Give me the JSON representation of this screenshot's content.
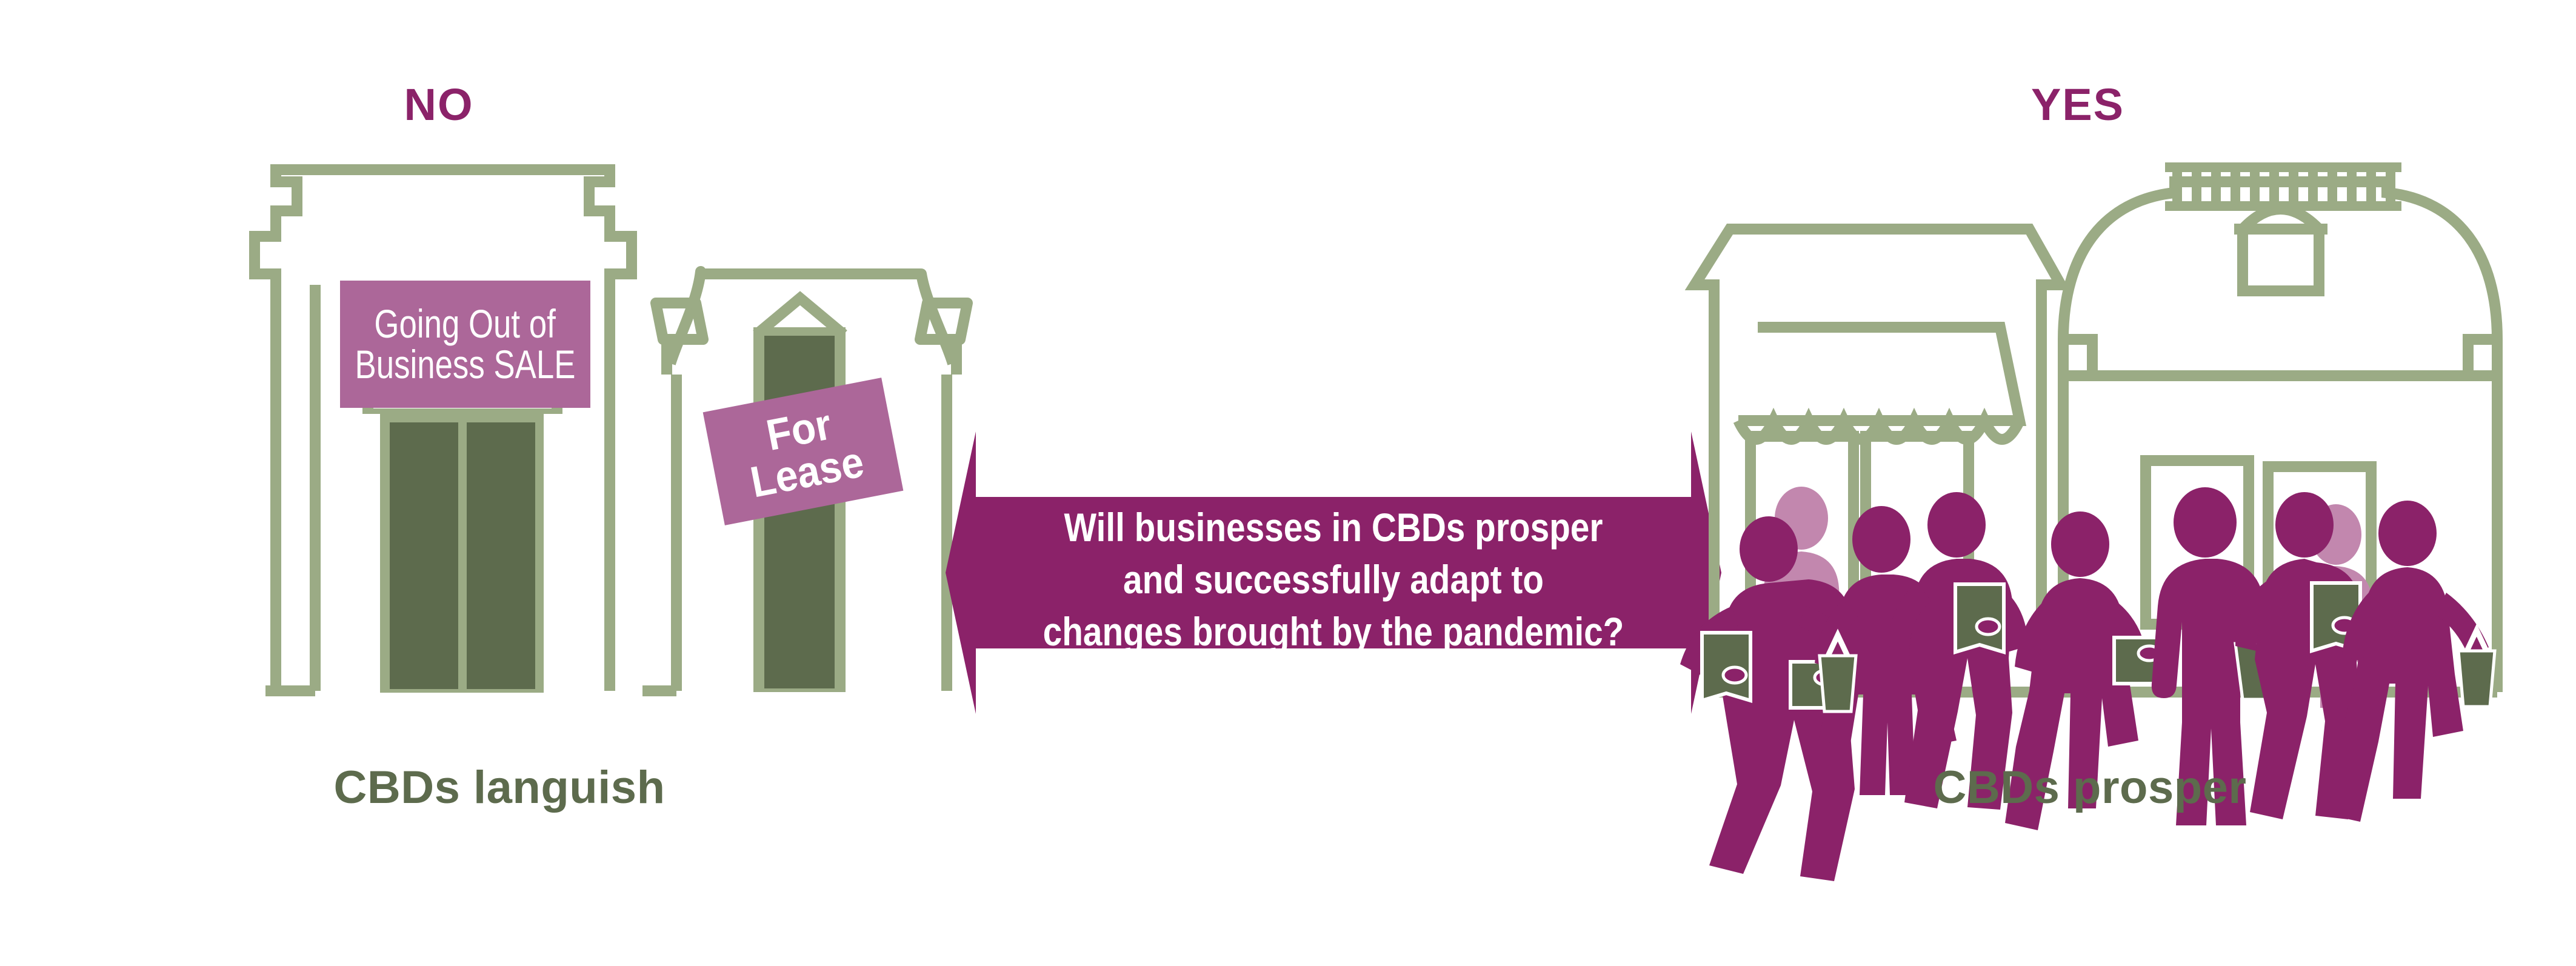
{
  "palette": {
    "background": "#FFFFFF",
    "accent_purple": "#8B2269",
    "sign_mauve": "#AC6799",
    "figure_light": "#C287AE",
    "outline_sage": "#9BAB85",
    "dark_olive": "#5D6B4D",
    "white": "#FFFFFF"
  },
  "headers": {
    "left": "NO",
    "right": "YES"
  },
  "footers": {
    "left": "CBDs languish",
    "right": "CBDs prosper"
  },
  "signs": {
    "sale": {
      "line1": "Going Out of",
      "line2": "Business SALE"
    },
    "lease": {
      "line1": "For",
      "line2": "Lease"
    }
  },
  "arrow": {
    "question_lines": [
      "Will businesses in CBDs prosper",
      "and successfully adapt to",
      "changes brought by the pandemic?"
    ]
  }
}
